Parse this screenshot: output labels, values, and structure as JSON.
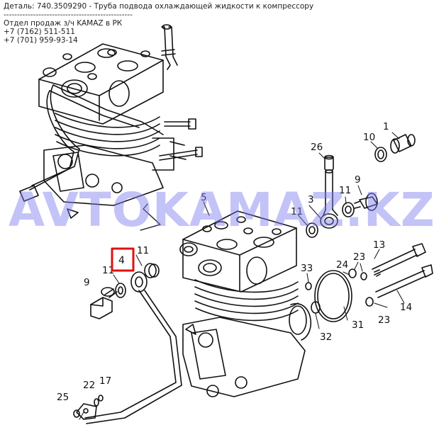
{
  "header": {
    "title": "Деталь: 740.3509290 - Труба подвода охлаждающей жидкости к компрессору",
    "divider": "------------------------------------------------",
    "sales_dept": "Отдел продаж з/ч KAMAZ в РК",
    "phone1": "+7 (7162) 511-511",
    "phone2": "+7 (701) 959-93-14"
  },
  "watermark": "AVTOKAMAZ.KZ",
  "highlight_color": "#e01010",
  "callouts": {
    "c1": "1",
    "c3": "3",
    "c4": "4",
    "c5": "5",
    "c9a": "9",
    "c9b": "9",
    "c10": "10",
    "c11a": "11",
    "c11b": "11",
    "c11c": "11",
    "c11d": "11",
    "c13": "13",
    "c14": "14",
    "c17": "17",
    "c22": "22",
    "c23a": "23",
    "c23b": "23",
    "c24": "24",
    "c25": "25",
    "c26": "26",
    "c31": "31",
    "c32": "32",
    "c33": "33"
  }
}
